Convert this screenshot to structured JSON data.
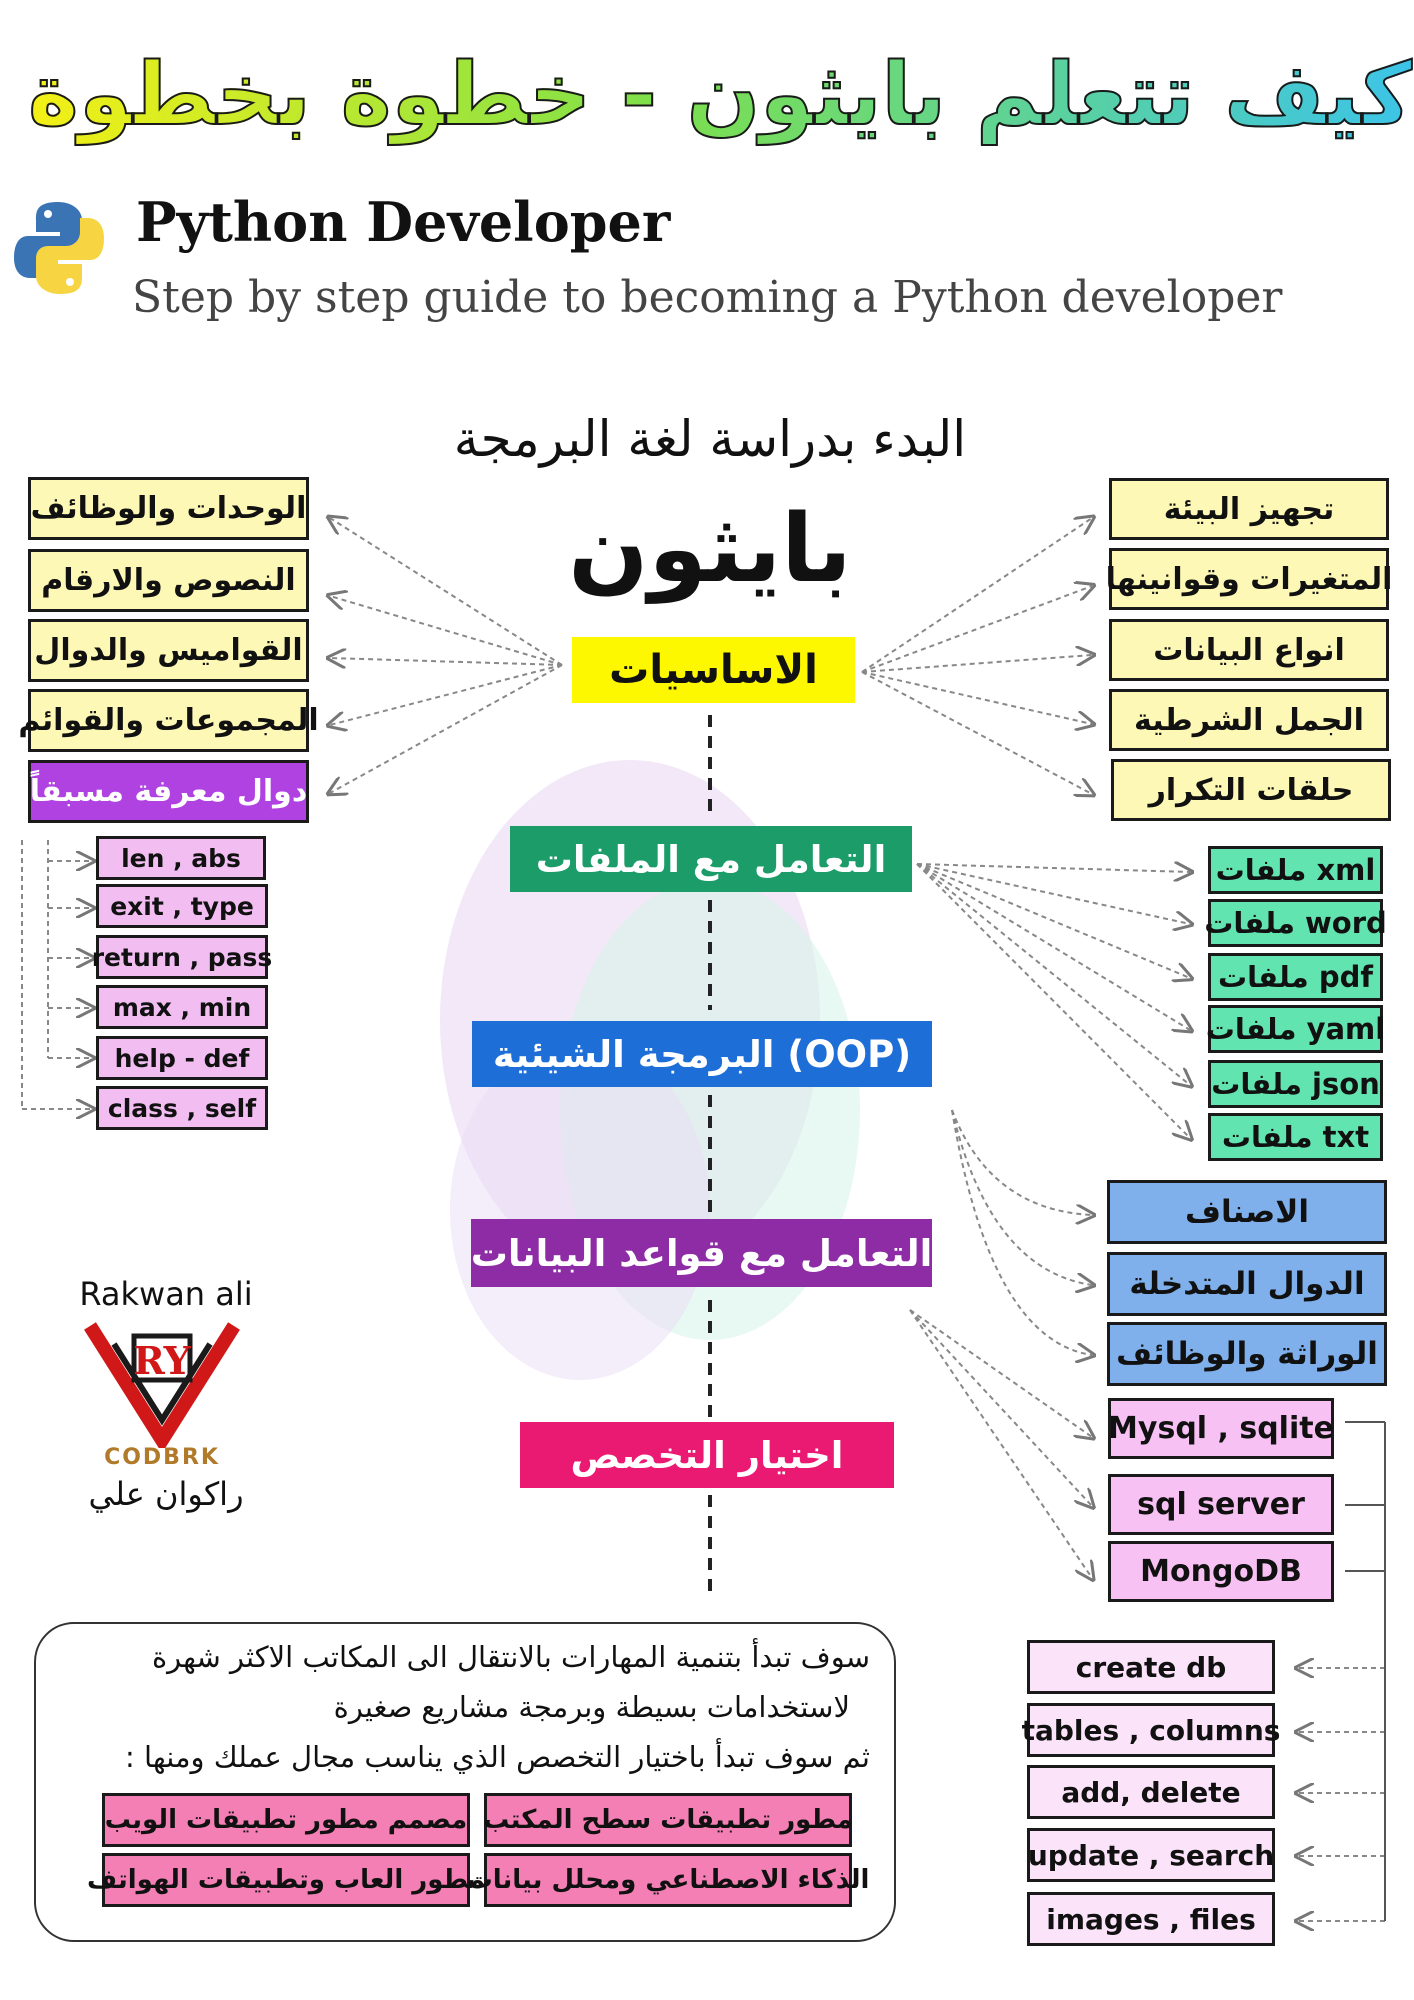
{
  "header": {
    "title_ar": "كيف تتعلم بايثون - خطوة بخطوة",
    "title_en": "Python Developer",
    "subtitle_en": "Step by step guide to becoming a Python developer"
  },
  "intro": {
    "line1": "البدء بدراسة لغة البرمجة",
    "line2": "بايثون"
  },
  "stages": {
    "basics": "الاساسيات",
    "files": "التعامل مع الملفات",
    "oop": "البرمجة الشيئية (OOP)",
    "db": "التعامل مع قواعد البيانات",
    "spec": "اختيار التخصص"
  },
  "basics_right": [
    "تجهيز البيئة",
    "المتغيرات وقوانينها",
    "انواع البيانات",
    "الجمل الشرطية",
    "حلقات التكرار"
  ],
  "basics_left": [
    "الوحدات والوظائف",
    "النصوص والارقام",
    "القواميس والدوال",
    "المجموعات والقوائم"
  ],
  "builtins": {
    "title": "دوال معرفة مسبقاً",
    "items": [
      "len , abs",
      "exit , type",
      "return , pass",
      "max , min",
      "help - def",
      "class , self"
    ]
  },
  "file_types": [
    "ملفات xml",
    "ملفات word",
    "ملفات pdf",
    "ملفات yaml",
    "ملفات json",
    "ملفات txt"
  ],
  "oop_topics": [
    "الاصناف",
    "الدوال المتدخلة",
    "الوراثة والوظائف"
  ],
  "databases": [
    "Mysql , sqlite",
    "sql server",
    "MongoDB"
  ],
  "db_operations": [
    "create db",
    "tables , columns",
    "add, delete",
    "update , search",
    "images , files"
  ],
  "author": {
    "name_en": "Rakwan ali",
    "name_ar": "راكوان علي",
    "logo_text": "CODBRK"
  },
  "summary": {
    "line1": "سوف تبدأ بتنمية المهارات بالانتقال الى المكاتب الاكثر شهرة",
    "line2": "لاستخدامات بسيطة وبرمجة مشاريع صغيرة",
    "line3": "ثم سوف تبدأ باختيار التخصص الذي يناسب مجال عملك ومنها :",
    "careers": [
      "مصمم مطور تطبيقات الويب",
      "مطور تطبيقات سطح المكتب",
      "مطور العاب وتطبيقات الهواتف",
      "الذكاء الاصطناعي ومحلل بيانات"
    ]
  },
  "colors": {
    "basics": "#fdf700",
    "files": "#1c9c69",
    "oop": "#1e6ed8",
    "db": "#8e2ca6",
    "spec": "#ea1a73",
    "title_blue": "#3cc4e8",
    "title_green": "#7ee04a",
    "title_yellow": "#f4f016"
  }
}
